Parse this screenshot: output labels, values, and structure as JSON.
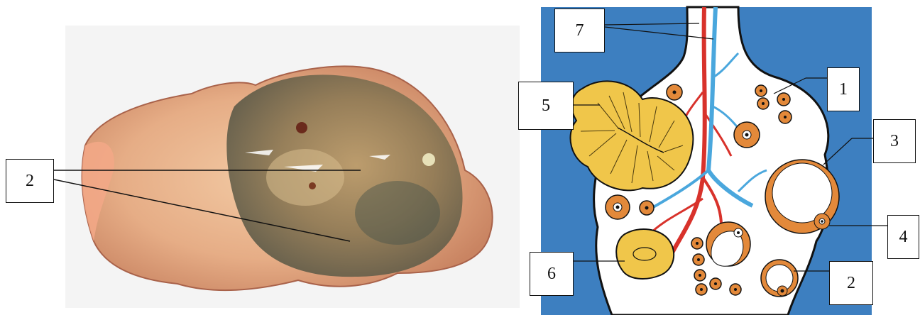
{
  "photo_labels": {
    "left": "2"
  },
  "diagram_labels": {
    "n1": "1",
    "n2": "2",
    "n3": "3",
    "n4": "4",
    "n5": "5",
    "n6": "6",
    "n7": "7"
  },
  "colors": {
    "diagram_background": "#3d7fc0",
    "ovary_fill": "#ffffff",
    "follicle_orange": "#e3893a",
    "corpus_luteum_yellow": "#f0c64a",
    "artery_red": "#d8322b",
    "vein_blue": "#4aa7dd",
    "photo_tissue": "#e9b58f"
  }
}
